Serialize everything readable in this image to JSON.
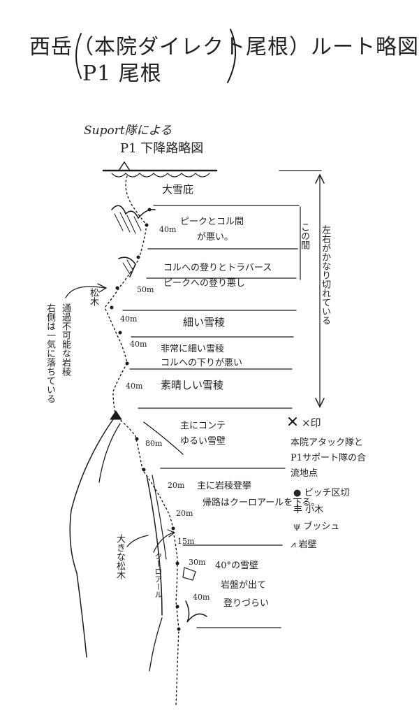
{
  "title": {
    "line1": "西岳（本院ダイレクト尾根）ルート略図",
    "line2": "P1 尾根"
  },
  "subtitle": {
    "line1": "Suport隊による",
    "line2": "P1 下降路略図"
  },
  "sections": {
    "s1": "大雪庇",
    "s2a": "ピークとコル間",
    "s2b": "が悪い。",
    "s3a": "コルへの登りとトラバース",
    "s3b": "ピークへの登り悪し",
    "s4": "細い雪稜",
    "s5a": "非常に細い雪稜",
    "s5b": "コルへの下りが悪い",
    "s6": "素晴しい雪稜",
    "s7a": "主にコンテ",
    "s7b": "ゆるい雪壁",
    "s8a": "主に岩稜登攀",
    "s8b": "帰路はクーロアールを下る。",
    "s9a": "40°の雪壁",
    "s9b": "岩盤が出て",
    "s9c": "登りづらい"
  },
  "distances": [
    "40m",
    "50m",
    "40m",
    "40m",
    "40m",
    "80m",
    "20m",
    "20m",
    "15m",
    "30m",
    "40m"
  ],
  "annotations": {
    "side_bracket_small": "この間",
    "side_bracket_big": "左右がかなり切れている",
    "left_note_a": "通過不可能な岩稜",
    "left_note_b": "右側は一気に落ちている",
    "tree": "松木",
    "big_tree": "大きな松木",
    "couloir": "クーロアール"
  },
  "legend": {
    "title": "×印",
    "line1": "本院アタック隊と",
    "line2": "P1サポート隊の合",
    "line3": "流地点",
    "pitch": "● ピッチ区切",
    "tree": "小木",
    "bush": "ブッシュ",
    "rock": "岩壁"
  }
}
